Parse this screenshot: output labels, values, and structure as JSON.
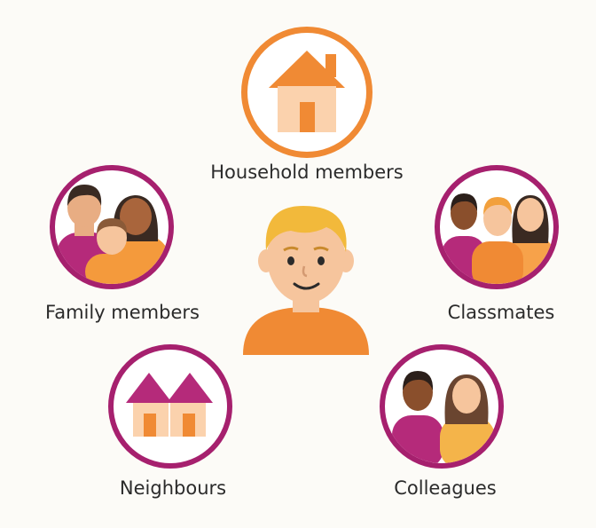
{
  "diagram": {
    "center": {
      "icon": "person-icon"
    },
    "nodes": [
      {
        "id": "household",
        "label": "Household members",
        "icon": "house-icon"
      },
      {
        "id": "family",
        "label": "Family members",
        "icon": "family-icon"
      },
      {
        "id": "classmates",
        "label": "Classmates",
        "icon": "classmates-icon"
      },
      {
        "id": "neighbours",
        "label": "Neighbours",
        "icon": "neighbours-icon"
      },
      {
        "id": "colleagues",
        "label": "Colleagues",
        "icon": "colleagues-icon"
      }
    ]
  },
  "colors": {
    "orange": "#f08a34",
    "magenta": "#a6206e",
    "peach": "#fbd2ad",
    "skin_light": "#f6c59d",
    "skin_dark": "#8a4f2c",
    "hair_blond": "#f2b93b",
    "background": "#fcfbf7"
  }
}
